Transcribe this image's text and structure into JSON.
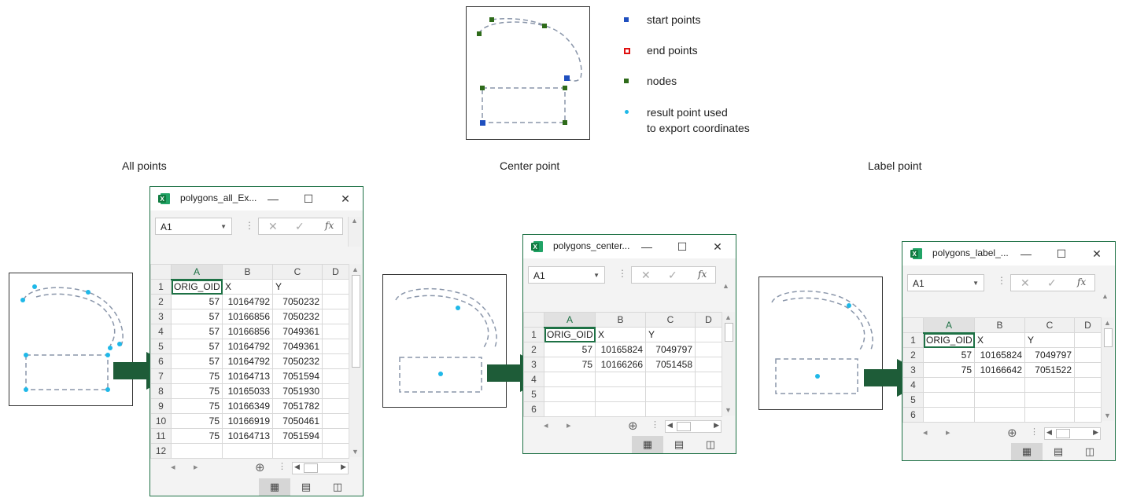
{
  "legend": {
    "items": [
      {
        "label": "start points",
        "color": "#1f4fbf"
      },
      {
        "label": "end points",
        "color": "#e01010"
      },
      {
        "label": "nodes",
        "color": "#2e6b1a"
      },
      {
        "label_line1": "result point used",
        "label_line2": "to export coordinates",
        "color": "#1fb8e8"
      }
    ]
  },
  "columns": {
    "all": "All points",
    "center": "Center point",
    "label": "Label point"
  },
  "colors": {
    "excel_green": "#1e7145",
    "arrow_green": "#1e5c38",
    "cyan_point": "#1fb8e8",
    "dash": "#8a96aa"
  },
  "windows": {
    "all": {
      "title": "polygons_all_Ex...",
      "namebox": "A1",
      "fx": "fx",
      "col_headers": [
        "A",
        "B",
        "C",
        "D"
      ],
      "row_nums": [
        "1",
        "2",
        "3",
        "4",
        "5",
        "6",
        "7",
        "8",
        "9",
        "10",
        "11",
        "12"
      ],
      "header_row": [
        "ORIG_OID",
        "X",
        "Y"
      ],
      "rows": [
        [
          "57",
          "10164792",
          "7050232"
        ],
        [
          "57",
          "10166856",
          "7050232"
        ],
        [
          "57",
          "10166856",
          "7049361"
        ],
        [
          "57",
          "10164792",
          "7049361"
        ],
        [
          "57",
          "10164792",
          "7050232"
        ],
        [
          "75",
          "10164713",
          "7051594"
        ],
        [
          "75",
          "10165033",
          "7051930"
        ],
        [
          "75",
          "10166349",
          "7051782"
        ],
        [
          "75",
          "10166919",
          "7050461"
        ],
        [
          "75",
          "10164713",
          "7051594"
        ]
      ]
    },
    "center": {
      "title": "polygons_center...",
      "namebox": "A1",
      "fx": "fx",
      "col_headers": [
        "A",
        "B",
        "C",
        "D"
      ],
      "row_nums": [
        "1",
        "2",
        "3",
        "4",
        "5",
        "6"
      ],
      "header_row": [
        "ORIG_OID",
        "X",
        "Y"
      ],
      "rows": [
        [
          "57",
          "10165824",
          "7049797"
        ],
        [
          "75",
          "10166266",
          "7051458"
        ]
      ]
    },
    "label": {
      "title": "polygons_label_...",
      "namebox": "A1",
      "fx": "fx",
      "col_headers": [
        "A",
        "B",
        "C",
        "D"
      ],
      "row_nums": [
        "1",
        "2",
        "3",
        "4",
        "5",
        "6"
      ],
      "header_row": [
        "ORIG_OID",
        "X",
        "Y"
      ],
      "rows": [
        [
          "57",
          "10165824",
          "7049797"
        ],
        [
          "75",
          "10166642",
          "7051522"
        ]
      ]
    }
  }
}
